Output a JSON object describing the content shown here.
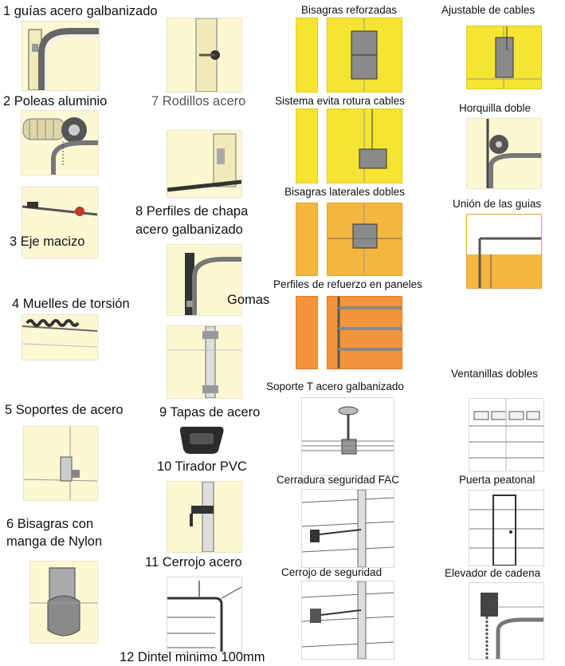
{
  "labels": {
    "guias": "1 guías acero galbanizado",
    "poleas": "2 Poleas aluminio",
    "eje": "3 Eje macizo",
    "muelles": "4 Muelles de torsión",
    "soportes": "5 Soportes de acero",
    "bisagras_nylon_1": "6 Bisagras con",
    "bisagras_nylon_2": "manga de Nylon",
    "rodillos": "7 Rodillos acero",
    "perfiles_chapa_1": "8 Perfiles de chapa",
    "perfiles_chapa_2": "acero galbanizado",
    "gomas": "Gomas",
    "tapas": "9 Tapas de acero",
    "tirador": "10 Tirador PVC",
    "cerrojo": "11 Cerrojo acero",
    "dintel": "12 Dintel minimo 100mm",
    "bisagras_reforzadas": "Bisagras reforzadas",
    "evita_rotura": "Sistema evita rotura cables",
    "bisagras_laterales": "Bisagras laterales dobles",
    "perfiles_refuerzo": "Perfiles de refuerzo en paneles",
    "soporte_t": "Soporte T acero galbanizado",
    "cerradura_fac": "Cerradura seguridad FAC",
    "cerrojo_seguridad": "Cerrojo de seguridad",
    "ajustable_cables": "Ajustable de cables",
    "horquilla": "Horquilla doble",
    "union_guias": "Unión de las guias",
    "ventanillas": "Ventanillas dobles",
    "puerta_peatonal": "Puerta peatonal",
    "elevador_cadena": "Elevador de cadena"
  },
  "colors": {
    "cream": "#fdf7d4",
    "yellow": "#f6e432",
    "orange": "#f5b640",
    "deep_orange": "#f2953a",
    "metal": "#8a8a8a"
  }
}
